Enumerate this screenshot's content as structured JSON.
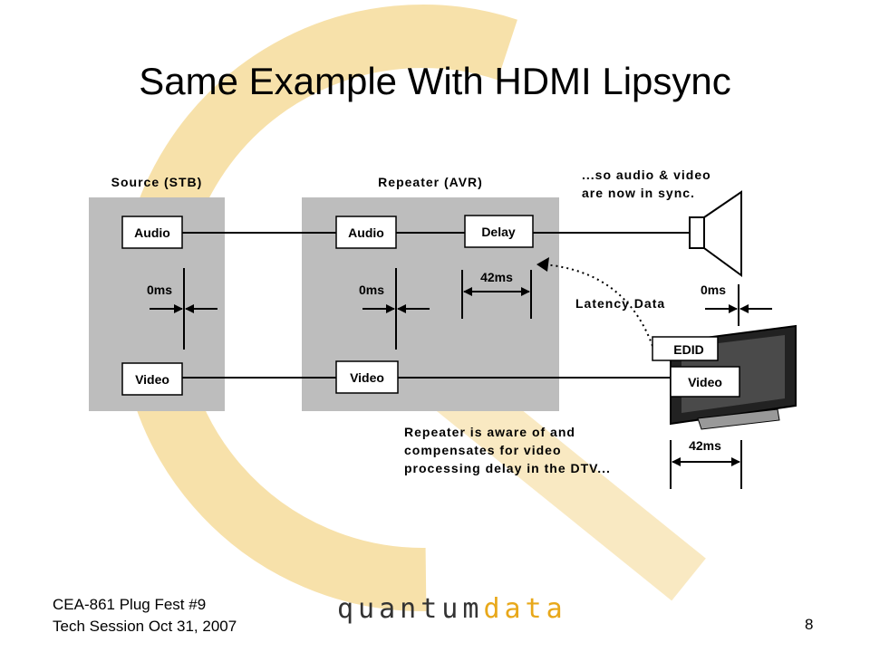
{
  "slide": {
    "title": "Same Example With HDMI Lipsync",
    "page_number": "8"
  },
  "footer": {
    "line1": "CEA-861 Plug Fest #9",
    "line2": "Tech Session Oct  31, 2007",
    "logo_part1": "quantum",
    "logo_part2": "data"
  },
  "diagram": {
    "source_label": "Source (STB)",
    "repeater_label": "Repeater (AVR)",
    "source_audio": "Audio",
    "source_video": "Video",
    "source_delay": "0ms",
    "repeater_audio": "Audio",
    "repeater_delay_box": "Delay",
    "repeater_video": "Video",
    "repeater_zero": "0ms",
    "repeater_delay": "42ms",
    "sync_note_line1": "...so audio & video",
    "sync_note_line2": "are now in sync.",
    "speaker_delay": "0ms",
    "latency_label": "Latency Data",
    "edid_label": "EDID",
    "tv_video": "Video",
    "tv_delay": "42ms",
    "note_line1": "Repeater is aware of and",
    "note_line2": "compensates for video",
    "note_line3": "processing delay in the DTV..."
  },
  "colors": {
    "panel_gray": "#bdbdbd",
    "logo_accent": "#e8a81a",
    "watermark": "#f6dc9b"
  }
}
